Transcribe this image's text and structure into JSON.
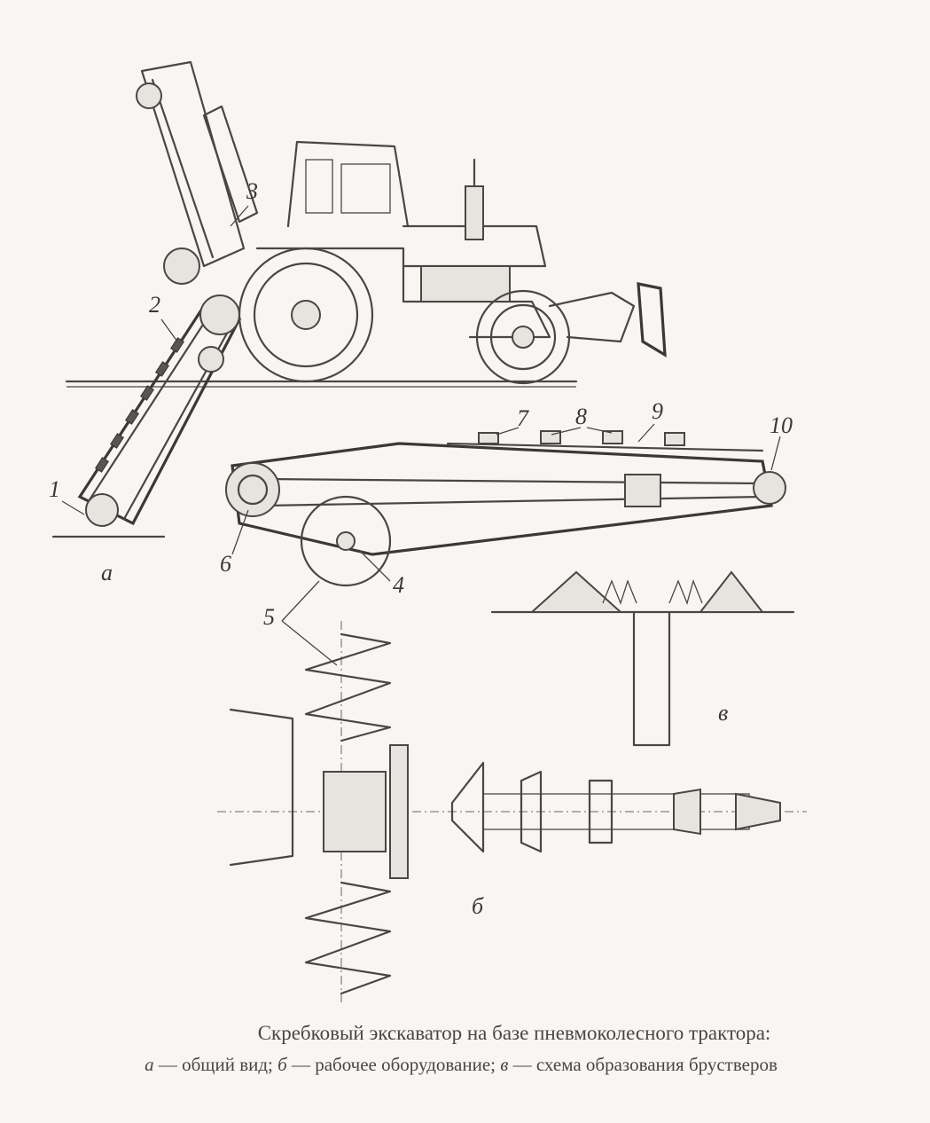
{
  "caption": {
    "title": "Скребковый экскаватор на базе пневмоколесного трактора:",
    "legend_a_letter": "а",
    "legend_a_text": " — общий вид; ",
    "legend_b_letter": "б",
    "legend_b_text": " — рабочее оборудование; ",
    "legend_c_letter": "в",
    "legend_c_text": " — схема образования брустверов"
  },
  "view_labels": {
    "a": "а",
    "b": "б",
    "c": "в"
  },
  "callouts": [
    "1",
    "2",
    "3",
    "4",
    "5",
    "6",
    "7",
    "8",
    "9",
    "10"
  ]
}
